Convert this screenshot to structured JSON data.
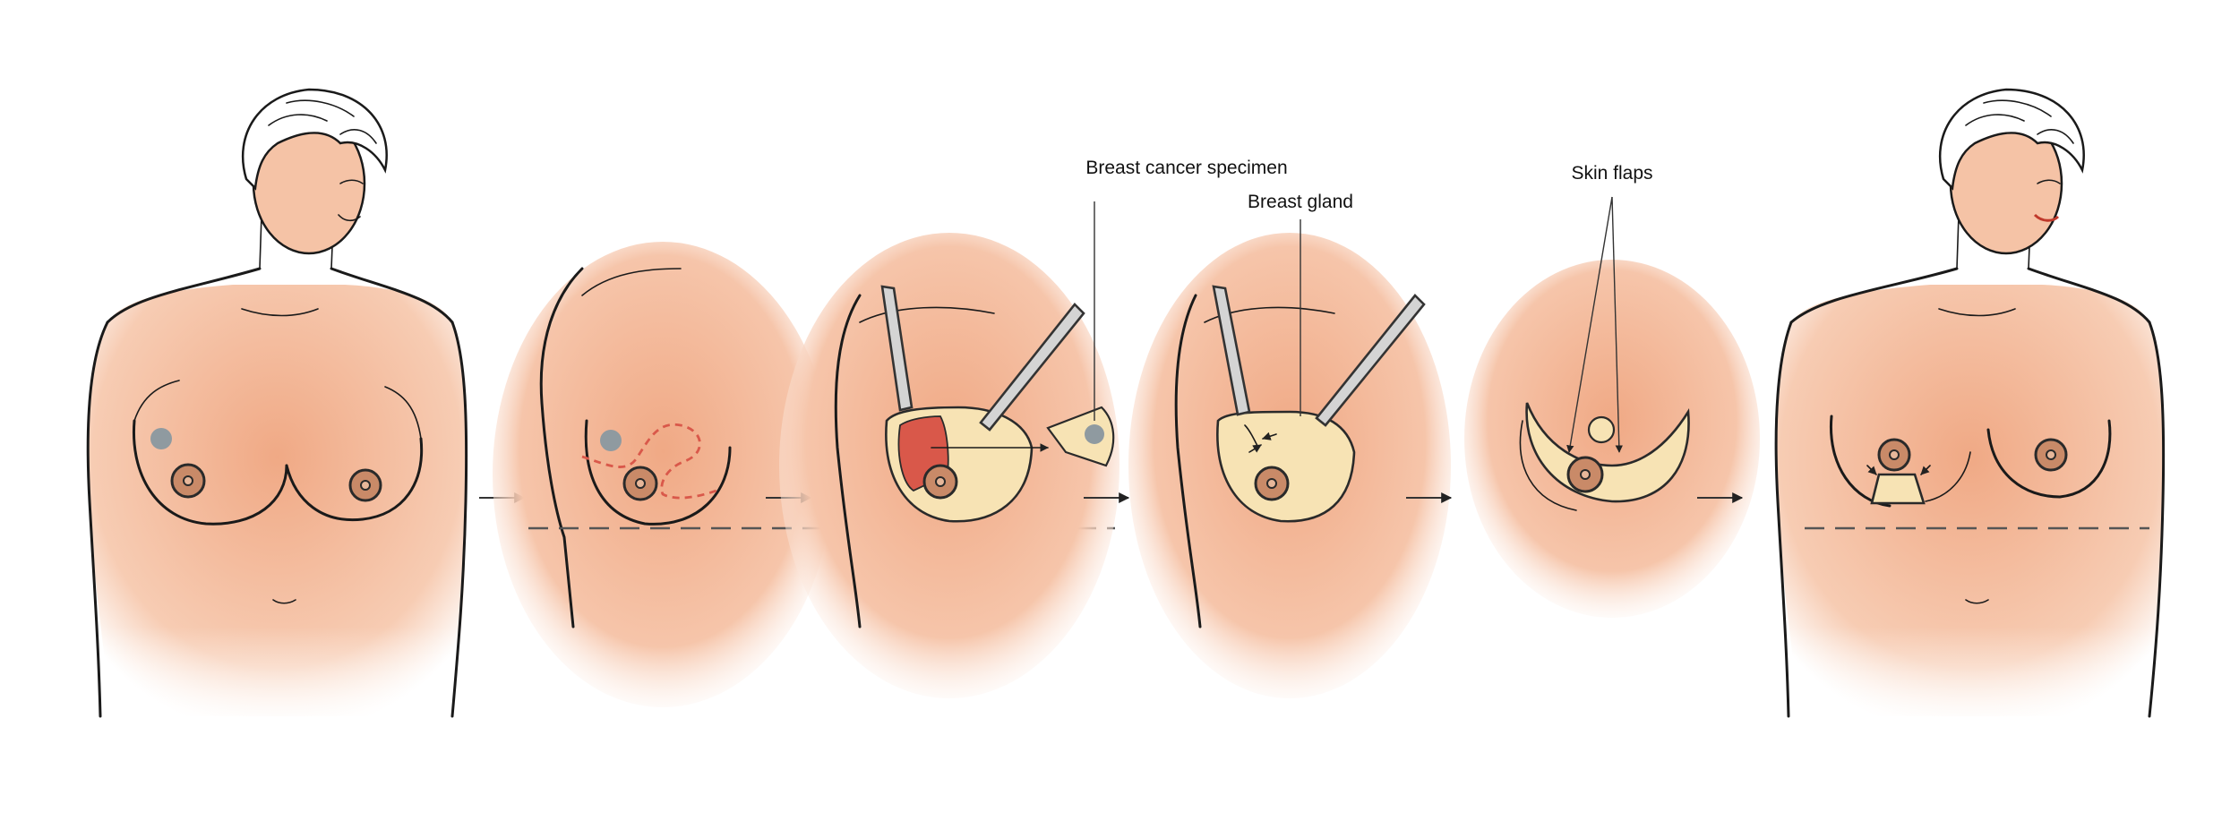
{
  "labels": {
    "specimen": "Breast cancer specimen",
    "gland": "Breast gland",
    "flaps": "Skin flaps"
  },
  "colors": {
    "skin": "#f1b08f",
    "skin_light": "#f8d2bd",
    "areola": "#c98a68",
    "tumor": "#8f9aa0",
    "tumor_excised": "#d9584a",
    "incision": "#d9584a",
    "gland": "#f7e3b4",
    "hair": "#ffffff"
  },
  "icons": {
    "flow": "chevron-arrow-right",
    "instrument": "surgical-retractor"
  }
}
